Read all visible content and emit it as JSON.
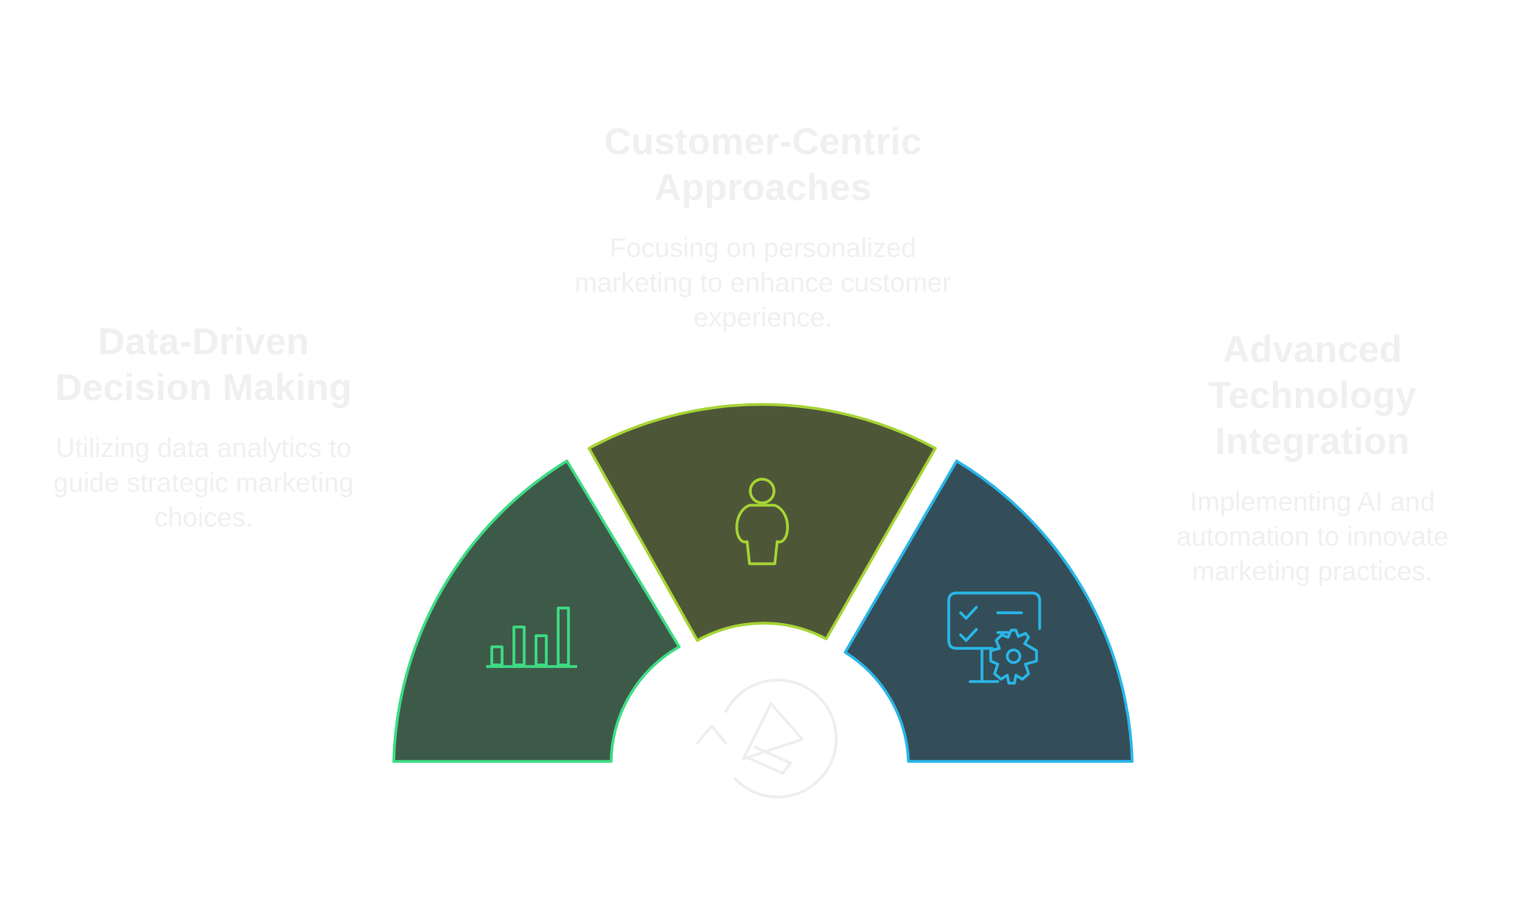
{
  "segments": [
    {
      "title": "Data-Driven Decision Making",
      "description": "Utilizing data analytics to guide strategic marketing choices.",
      "icon": "bar-chart-icon",
      "fill": "#3d5a48",
      "stroke": "#3ddc84"
    },
    {
      "title": "Customer-Centric Approaches",
      "description": "Focusing on personalized marketing to enhance customer experience.",
      "icon": "person-icon",
      "fill": "#4e5638",
      "stroke": "#a6d434"
    },
    {
      "title": "Advanced Technology Integration",
      "description": "Implementing AI and automation to innovate marketing practices.",
      "icon": "monitor-gear-checklist-icon",
      "fill": "#334e58",
      "stroke": "#29b6e8"
    }
  ],
  "center_icon": "megaphone-cycle-icon",
  "colors": {
    "text_faded": "#f0f0f0",
    "center_icon_stroke": "#eeeeee",
    "background": "#ffffff"
  }
}
